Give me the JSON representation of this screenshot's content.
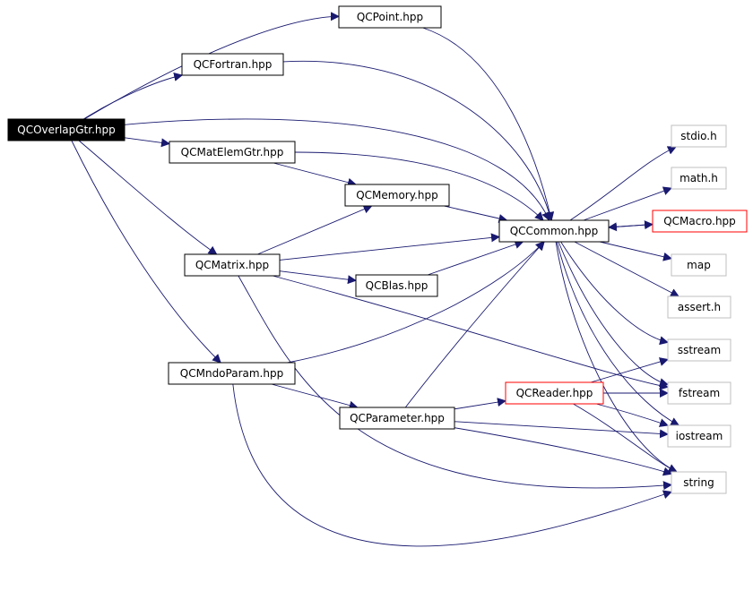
{
  "colors": {
    "edge": "#191970",
    "box_border_project": "#000000",
    "box_border_system": "#bfbfbf",
    "box_border_highlight": "#ff0000",
    "root_fill": "#000000",
    "root_text": "#ffffff"
  },
  "nodes": [
    {
      "id": "qcoverlapgtr",
      "label": "QCOverlapGtr.hpp",
      "kind": "root"
    },
    {
      "id": "qcpoint",
      "label": "QCPoint.hpp",
      "kind": "project"
    },
    {
      "id": "qcfortran",
      "label": "QCFortran.hpp",
      "kind": "project"
    },
    {
      "id": "qcmatelemgtr",
      "label": "QCMatElemGtr.hpp",
      "kind": "project"
    },
    {
      "id": "qcmemory",
      "label": "QCMemory.hpp",
      "kind": "project"
    },
    {
      "id": "qccommon",
      "label": "QCCommon.hpp",
      "kind": "project"
    },
    {
      "id": "qcmatrix",
      "label": "QCMatrix.hpp",
      "kind": "project"
    },
    {
      "id": "qcblas",
      "label": "QCBlas.hpp",
      "kind": "project"
    },
    {
      "id": "qcmndoparam",
      "label": "QCMndoParam.hpp",
      "kind": "project"
    },
    {
      "id": "qcparameter",
      "label": "QCParameter.hpp",
      "kind": "project"
    },
    {
      "id": "qcreader",
      "label": "QCReader.hpp",
      "kind": "highlight"
    },
    {
      "id": "qcmacro",
      "label": "QCMacro.hpp",
      "kind": "highlight"
    },
    {
      "id": "stdio",
      "label": "stdio.h",
      "kind": "system"
    },
    {
      "id": "math",
      "label": "math.h",
      "kind": "system"
    },
    {
      "id": "map",
      "label": "map",
      "kind": "system"
    },
    {
      "id": "assert",
      "label": "assert.h",
      "kind": "system"
    },
    {
      "id": "sstream",
      "label": "sstream",
      "kind": "system"
    },
    {
      "id": "fstream",
      "label": "fstream",
      "kind": "system"
    },
    {
      "id": "iostream",
      "label": "iostream",
      "kind": "system"
    },
    {
      "id": "string",
      "label": "string",
      "kind": "system"
    }
  ],
  "edges": [
    [
      "qcoverlapgtr",
      "qcpoint"
    ],
    [
      "qcoverlapgtr",
      "qcfortran"
    ],
    [
      "qcoverlapgtr",
      "qccommon"
    ],
    [
      "qcoverlapgtr",
      "qcmatelemgtr"
    ],
    [
      "qcoverlapgtr",
      "qcmatrix"
    ],
    [
      "qcoverlapgtr",
      "qcmndoparam"
    ],
    [
      "qcpoint",
      "qccommon"
    ],
    [
      "qcfortran",
      "qccommon"
    ],
    [
      "qcmatelemgtr",
      "qccommon"
    ],
    [
      "qcmatelemgtr",
      "qcmemory"
    ],
    [
      "qcmemory",
      "qccommon"
    ],
    [
      "qcmatrix",
      "qcmemory"
    ],
    [
      "qcmatrix",
      "qccommon"
    ],
    [
      "qcmatrix",
      "qcblas"
    ],
    [
      "qcmatrix",
      "fstream"
    ],
    [
      "qcmatrix",
      "string"
    ],
    [
      "qcblas",
      "qccommon"
    ],
    [
      "qcmndoparam",
      "qccommon"
    ],
    [
      "qcmndoparam",
      "qcparameter"
    ],
    [
      "qcmndoparam",
      "string"
    ],
    [
      "qcparameter",
      "qccommon"
    ],
    [
      "qcparameter",
      "qcreader"
    ],
    [
      "qcparameter",
      "iostream"
    ],
    [
      "qcparameter",
      "string"
    ],
    [
      "qcreader",
      "sstream"
    ],
    [
      "qcreader",
      "fstream"
    ],
    [
      "qcreader",
      "iostream"
    ],
    [
      "qcreader",
      "string"
    ],
    [
      "qccommon",
      "stdio"
    ],
    [
      "qccommon",
      "math"
    ],
    [
      "qccommon",
      "qcmacro"
    ],
    [
      "qccommon",
      "map"
    ],
    [
      "qccommon",
      "assert"
    ],
    [
      "qccommon",
      "sstream"
    ],
    [
      "qccommon",
      "fstream"
    ],
    [
      "qccommon",
      "iostream"
    ],
    [
      "qccommon",
      "string"
    ],
    [
      "qcmacro",
      "qccommon"
    ]
  ]
}
